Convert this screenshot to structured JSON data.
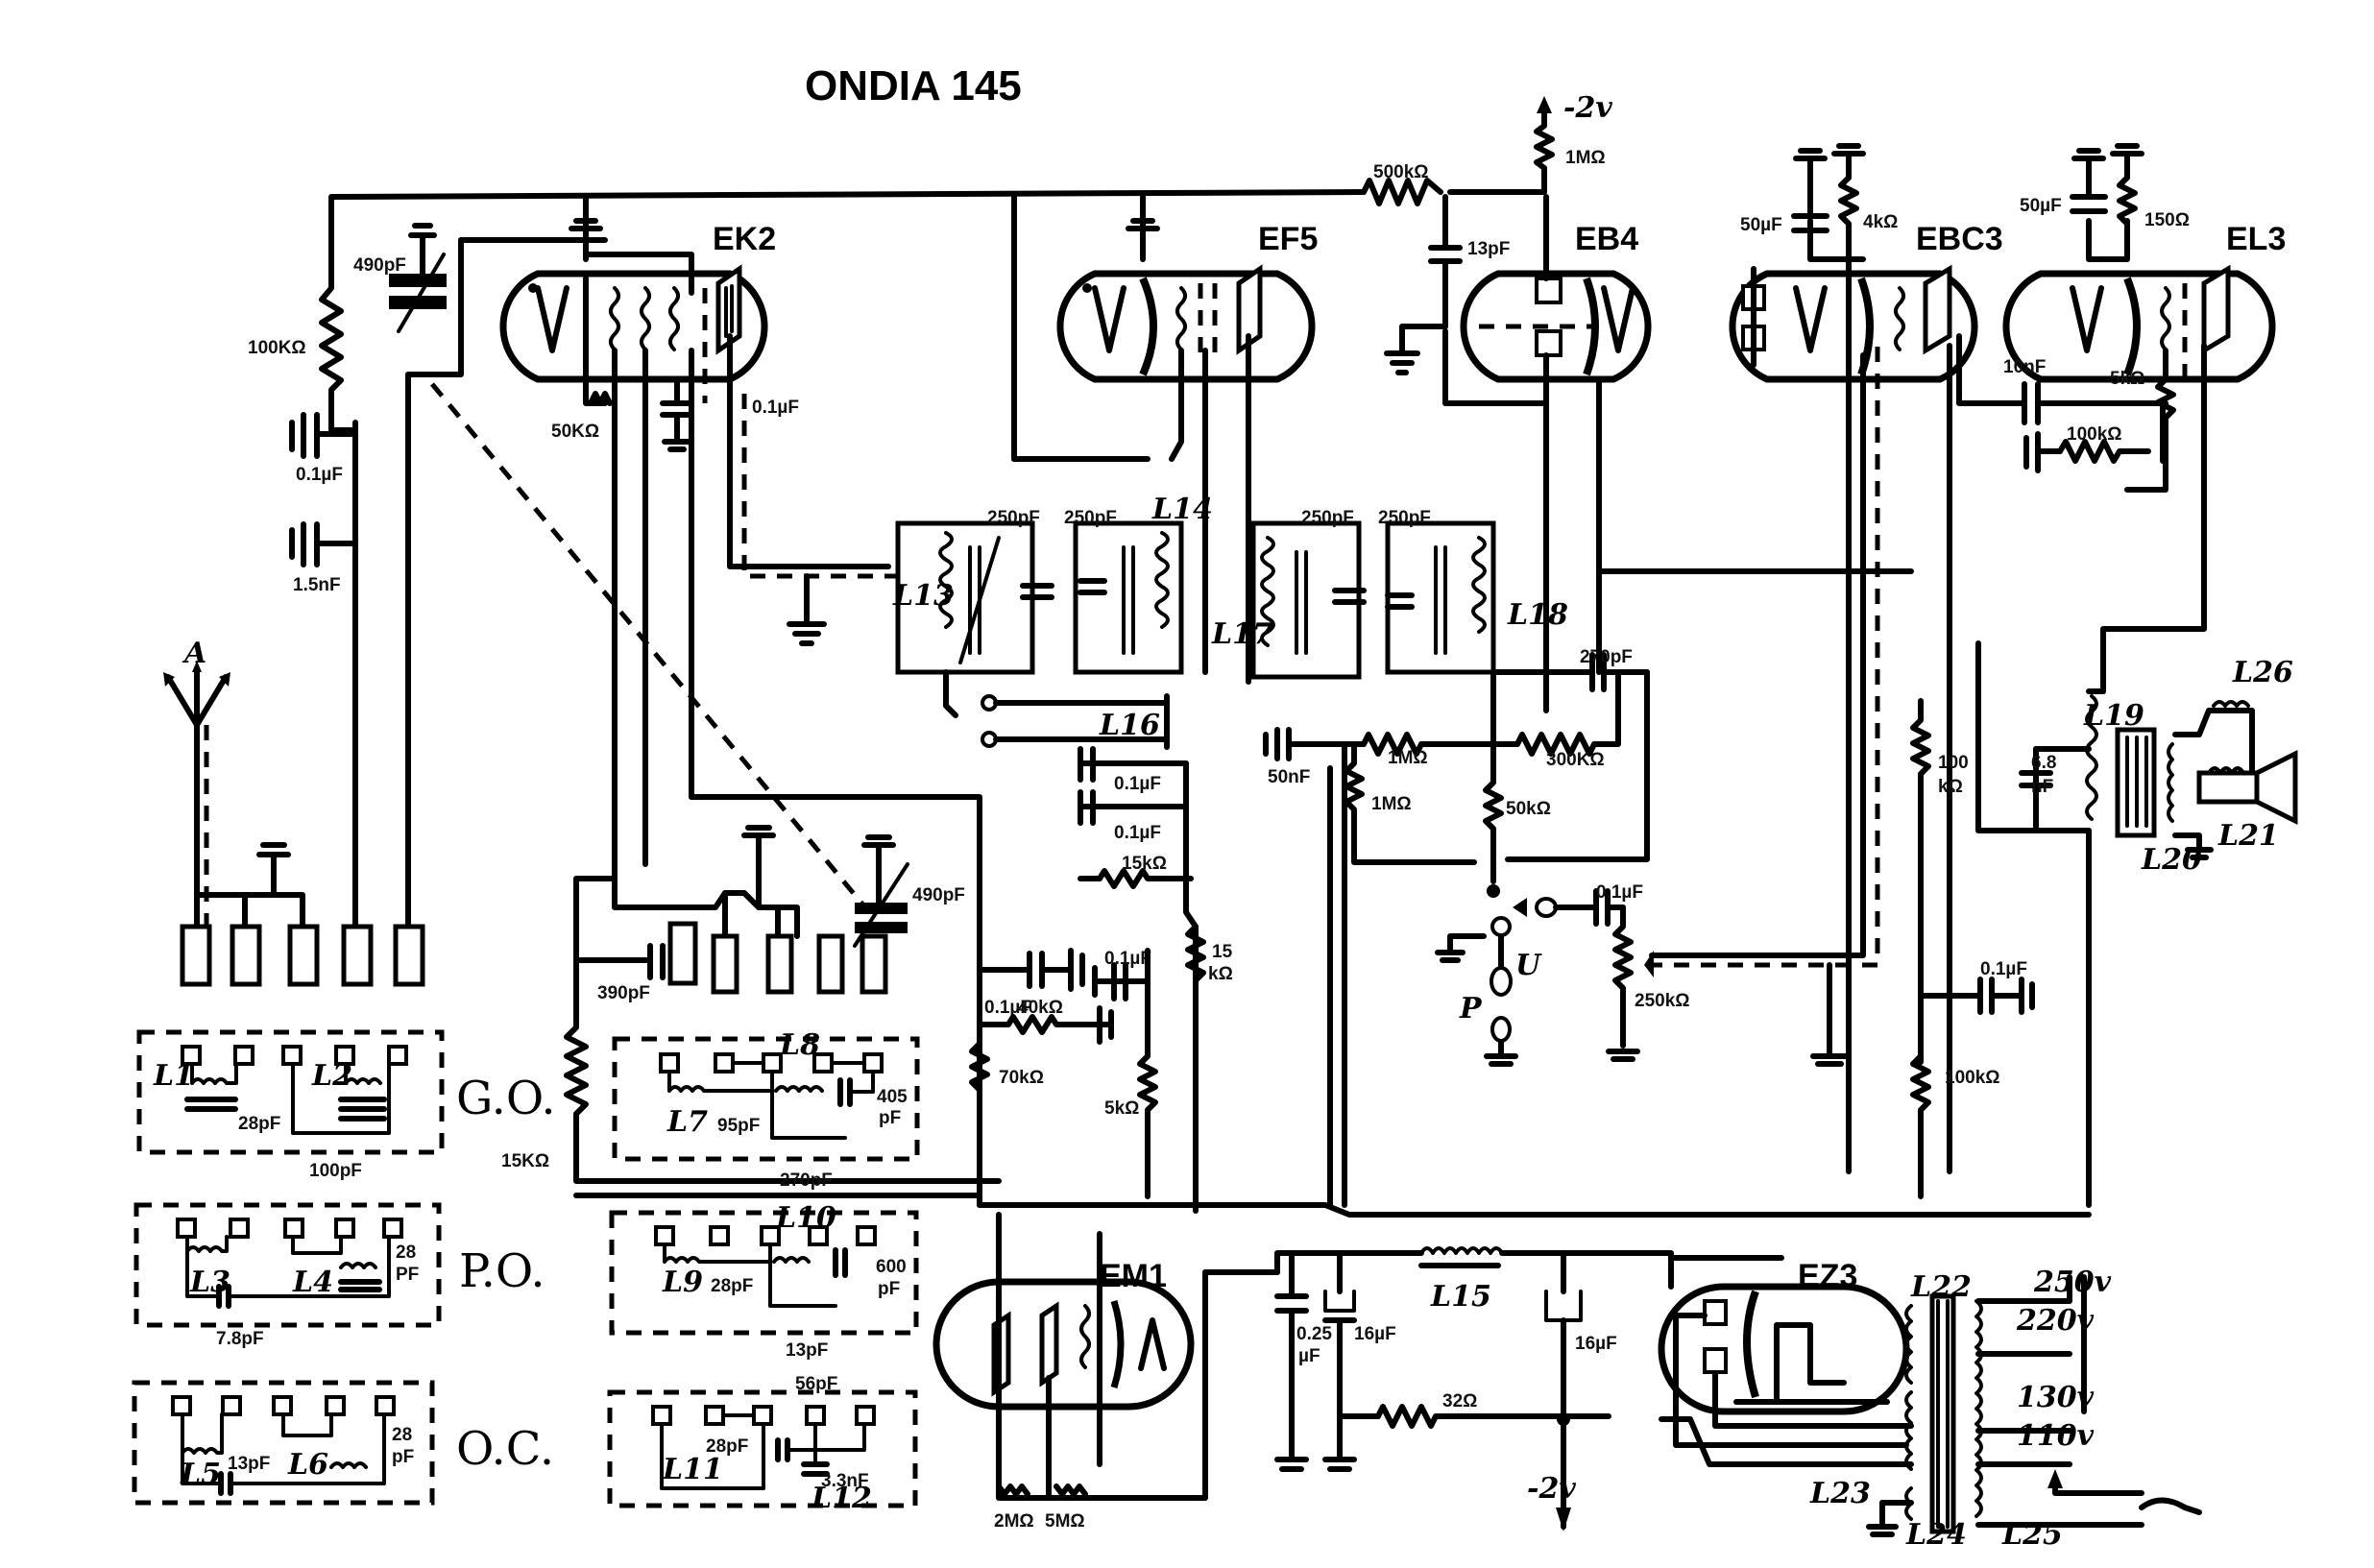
{
  "title": "ONDIA   145",
  "tubes": {
    "ek2": "EK2",
    "ef5": "EF5",
    "eb4": "EB4",
    "ebc3": "EBC3",
    "el3": "EL3",
    "em1": "EM1",
    "ez3": "EZ3"
  },
  "bands": {
    "go": "G.O.",
    "po": "P.O.",
    "oc": "O.C."
  },
  "antenna": "A",
  "supply": {
    "top": "-2v",
    "bottom": "-2v"
  },
  "pickup": {
    "p": "P",
    "u": "U"
  },
  "inductors": {
    "l1": "L1",
    "l2": "L2",
    "l3": "L3",
    "l4": "L4",
    "l5": "L5",
    "l6": "L6",
    "l7": "L7",
    "l8": "L8",
    "l9": "L9",
    "l10": "L10",
    "l11": "L11",
    "l12": "L12",
    "l13": "L13",
    "l14": "L14",
    "l15": "L15",
    "l16": "L16",
    "l17": "L17",
    "l18": "L18",
    "l19": "L19",
    "l20": "L20",
    "l21": "L21",
    "l22": "L22",
    "l23": "L23",
    "l24": "L24",
    "l25": "L25",
    "l26": "L26"
  },
  "mains_taps": {
    "t250": "250v",
    "t220": "220v",
    "t130": "130v",
    "t110": "110v"
  },
  "components": {
    "r_100k_left": "100KΩ",
    "c_490p_top": "490pF",
    "c_01u_left": "0.1µF",
    "c_15n_left": "1.5nF",
    "r_50k_ek2": "50KΩ",
    "c_01u_ek2": "0.1µF",
    "r_500k": "500kΩ",
    "r_1m_top": "1MΩ",
    "c_13p_eb4": "13pF",
    "c_50u_ebc3": "50µF",
    "r_4k": "4kΩ",
    "c_50u_el3": "50µF",
    "r_150": "150Ω",
    "c_10n": "10nF",
    "r_5k_el3": "5kΩ",
    "r_100k_el3": "100kΩ",
    "c_250p_a": "250pF",
    "c_250p_b": "250pF",
    "c_250p_c": "250pF",
    "c_250p_d": "250pF",
    "c_270p_l18": "270pF",
    "c_01u_l16a": "0.1µF",
    "c_01u_l16b": "0.1µF",
    "r_15k_mid": "15kΩ",
    "r_15k_vert_1": "15",
    "r_15k_vert_2": "kΩ",
    "c_50n": "50nF",
    "r_1m_h": "1MΩ",
    "r_300k": "300KΩ",
    "r_1m_v": "1MΩ",
    "r_50k_vol": "50kΩ",
    "c_01u_pu": "0.1µF",
    "r_250k": "250kΩ",
    "c_68n_1": "6.8",
    "c_68n_2": "nF",
    "r_100k_ebc3_1": "100",
    "r_100k_ebc3_2": "kΩ",
    "c_01u_right": "0.1µF",
    "r_100k_right": "100kΩ",
    "c_390p": "390pF",
    "c_490p_mid": "490pF",
    "c_01u_mid_a": "0.1µF",
    "c_01u_mid_b": "0.1µF",
    "r_40k": "40kΩ",
    "r_70k": "70kΩ",
    "r_5k_mid": "5kΩ",
    "r_15k_left": "15KΩ",
    "c_28p_go": "28pF",
    "c_100p_go": "100pF",
    "c_95p": "95pF",
    "c_405p_1": "405",
    "c_405p_2": "pF",
    "c_270p_go": "270pF",
    "c_28p_po_1": "28",
    "c_28p_po_2": "PF",
    "c_78p": "7.8pF",
    "c_28p_l9": "28pF",
    "c_600p_1": "600",
    "c_600p_2": "pF",
    "c_13p_po": "13pF",
    "c_13p_oc": "13pF",
    "c_28p_oc_1": "28",
    "c_28p_oc_2": "pF",
    "c_56p": "56pF",
    "c_28p_l11": "28pF",
    "c_33n": "3.3nF",
    "c_025u_1": "0.25",
    "c_025u_2": "µF",
    "c_16u_a": "16µF",
    "c_16u_b": "16µF",
    "r_32": "32Ω",
    "r_2m": "2MΩ",
    "r_5m": "5MΩ"
  }
}
